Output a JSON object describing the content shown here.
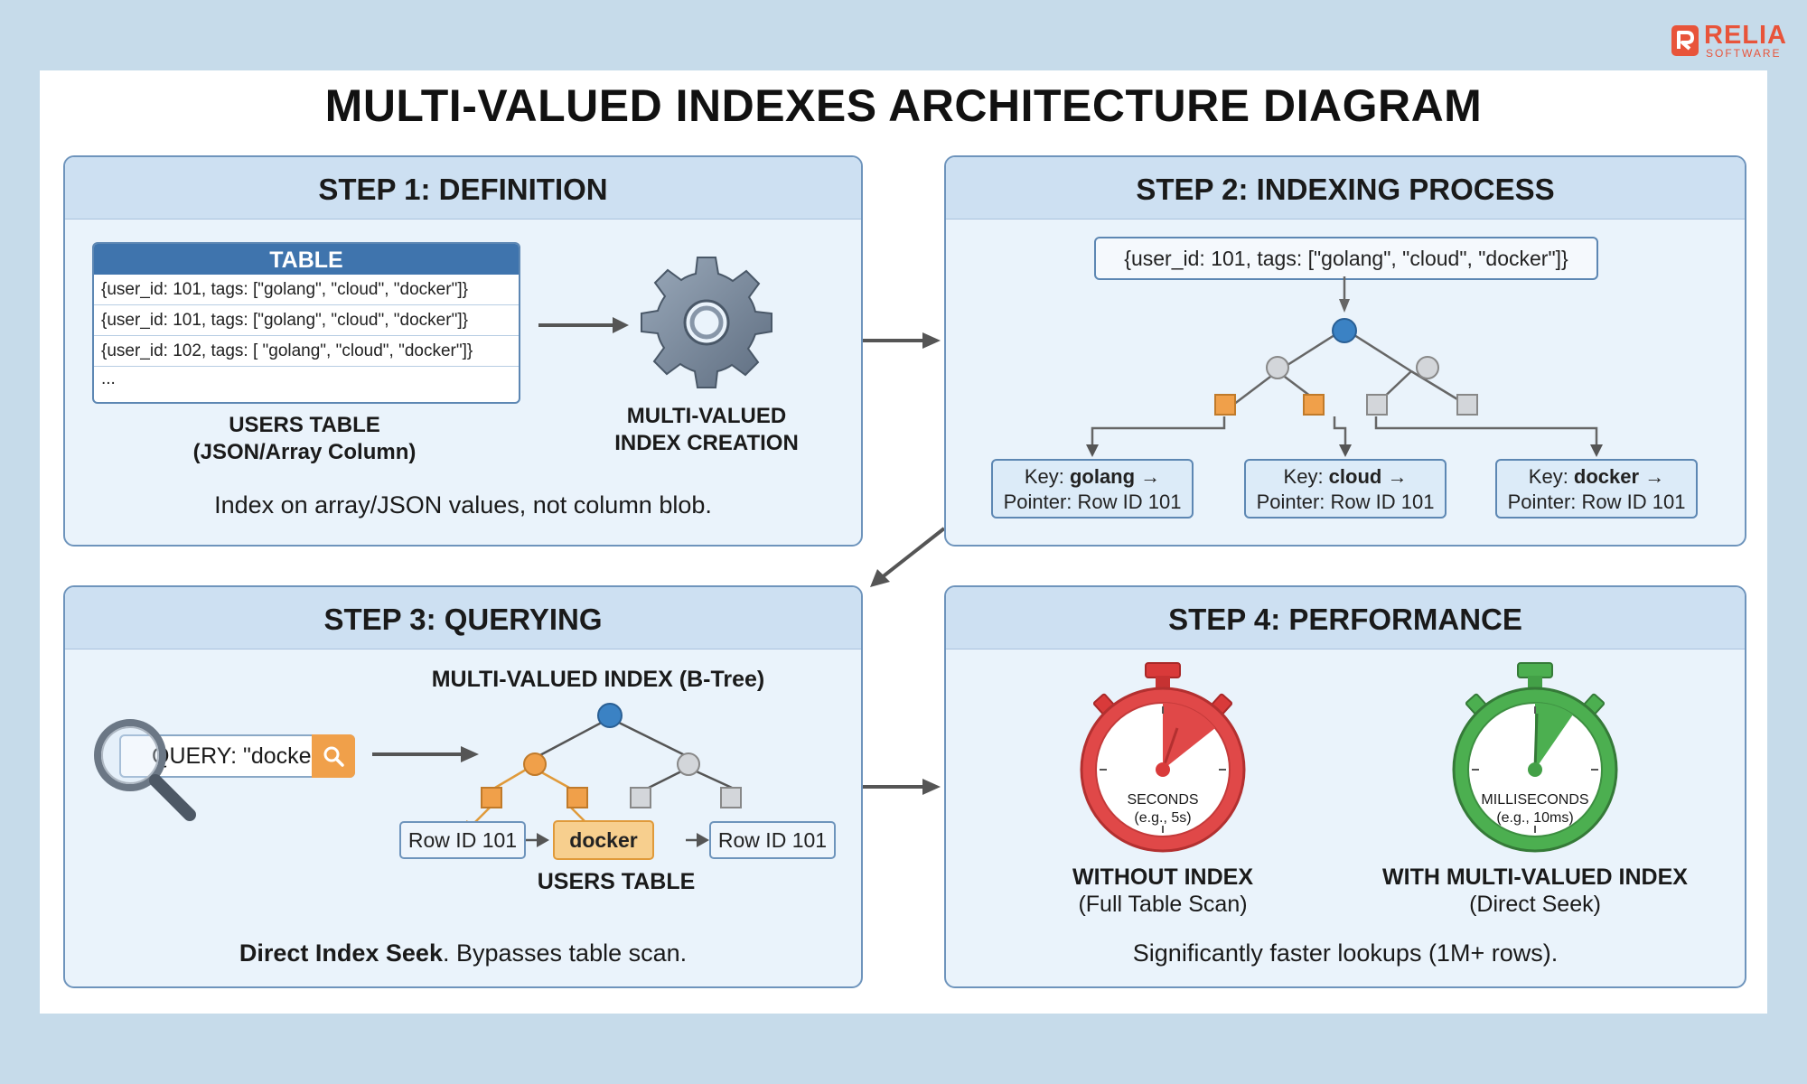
{
  "brand": {
    "name": "RELIA",
    "sub": "SOFTWARE",
    "accent": "#e8543a"
  },
  "title": "MULTI-VALUED INDEXES ARCHITECTURE DIAGRAM",
  "step1": {
    "heading": "STEP 1: DEFINITION",
    "table": {
      "header": "TABLE",
      "rows": [
        "{user_id: 101, tags: [\"golang\", \"cloud\", \"docker\"]}",
        "{user_id: 101, tags: [\"golang\", \"cloud\", \"docker\"]}",
        "{user_id: 102, tags: [ \"golang\", \"cloud\", \"docker\"]}",
        "..."
      ]
    },
    "table_caption_line1": "USERS TABLE",
    "table_caption_line2": "(JSON/Array Column)",
    "gear_icon": "gear-icon",
    "gear_caption_line1": "MULTI-VALUED",
    "gear_caption_line2": "INDEX CREATION",
    "note": "Index on array/JSON values, not column blob."
  },
  "step2": {
    "heading": "STEP 2: INDEXING PROCESS",
    "document": "{user_id: 101, tags: [\"golang\", \"cloud\", \"docker\"]}",
    "keys": [
      {
        "label": "Key: ",
        "value": "golang",
        "arrow": " →",
        "pointer": "Pointer: Row ID 101"
      },
      {
        "label": "Key: ",
        "value": "cloud",
        "arrow": " →",
        "pointer": "Pointer: Row ID 101"
      },
      {
        "label": "Key: ",
        "value": "docker",
        "arrow": " →",
        "pointer": "Pointer: Row ID 101"
      }
    ]
  },
  "step3": {
    "heading": "STEP 3: QUERYING",
    "query": "QUERY: \"docker\"",
    "tree_title": "MULTI-VALUED INDEX (B-Tree)",
    "row_left": "Row ID 101",
    "match": "docker",
    "row_right": "Row ID 101",
    "table_caption": "USERS TABLE",
    "note_bold": "Direct Index Seek",
    "note_rest": ". Bypasses table scan."
  },
  "step4": {
    "heading": "STEP 4: PERFORMANCE",
    "slow": {
      "unit": "SECONDS",
      "example": "(e.g., 5s)",
      "caption_line1": "WITHOUT INDEX",
      "caption_line2": "(Full Table Scan)",
      "color": "#e04848"
    },
    "fast": {
      "unit": "MILLISECONDS",
      "example": "(e.g., 10ms)",
      "caption_line1": "WITH MULTI-VALUED INDEX",
      "caption_line2": "(Direct Seek)",
      "color": "#4caf50"
    },
    "note": "Significantly faster lookups (1M+ rows)."
  }
}
